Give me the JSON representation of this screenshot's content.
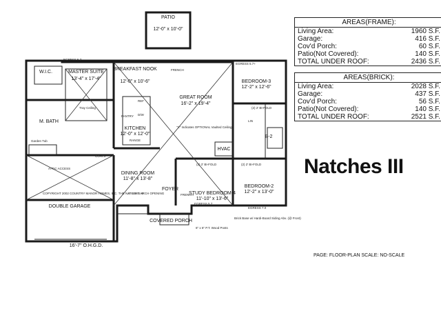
{
  "title": "Natches III",
  "scale_note": "PAGE: FLOOR-PLAN SCALE: NO-SCALE",
  "tables": [
    {
      "header": "AREAS(FRAME):",
      "rows": [
        {
          "label": "Living Area:",
          "value": "1960 S.F."
        },
        {
          "label": "Garage:",
          "value": "416 S.F."
        },
        {
          "label": "Cov'd Porch:",
          "value": "60 S.F."
        },
        {
          "label": "Patio(Not Covered):",
          "value": "140 S.F."
        },
        {
          "label": "TOTAL UNDER ROOF:",
          "value": "2436 S.F."
        }
      ]
    },
    {
      "header": "AREAS(BRICK):",
      "rows": [
        {
          "label": "Living Area:",
          "value": "2028 S.F."
        },
        {
          "label": "Garage:",
          "value": "437 S.F."
        },
        {
          "label": "Cov'd Porch:",
          "value": "56 S.F."
        },
        {
          "label": "Patio(Not Covered):",
          "value": "140 S.F."
        },
        {
          "label": "TOTAL UNDER ROOF:",
          "value": "2521 S.F."
        }
      ]
    }
  ],
  "rooms": {
    "patio": "PATIO",
    "patio_size": "12'-0\" x 10'-0\"",
    "wic": "W.I.C.",
    "master_suite": "MASTER SUITE",
    "master_size": "13'-4\" x 17'-4\"",
    "tray_ceiling": "Tray Ceiling",
    "breakfast_nook": "BREAKFAST NOOK",
    "breakfast_size": "12'-0\" x 10'-6\"",
    "great_room": "GREAT ROOM",
    "great_size": "16'-2\" x 19'-4\"",
    "bedroom3": "BEDROOM-3",
    "bedroom3_size": "12'-2\" x 12'-6\"",
    "m_bath": "M. BATH",
    "kitchen": "KITCHEN",
    "kitchen_size": "12'-0\" x 12'-0\"",
    "b2": "B-2",
    "hvac": "HVAC",
    "dining_room": "DINING ROOM",
    "dining_size": "11'-8\" x 13'-8\"",
    "foyer": "FOYER",
    "study": "STUDY BEDROOM-4",
    "study_size": "11'-10\" x 13'-6\"",
    "bedroom2": "BEDROOM-2",
    "bedroom2_size": "12'-2\" x 13'-0\"",
    "double_garage": "DOUBLE GARAGE",
    "garage_door": "16'-7\" O.H.G.D.",
    "covered_porch": "COVERED PORCH",
    "egress_master": "EGRESS 5.7",
    "egress_b3": "EGRESS 5.7+",
    "egress_study": "EGRESS 5.7",
    "egress_b2": "EGRESS 7.0",
    "french_top": "FRENCH",
    "french_foyer": "FRENCH",
    "vaulted_note": "\"X\" Indicates OPTIONAL Vaulted Ceiling",
    "copyright": "COPYRIGHT 2002 COUNTRY MANOR HOMES, INC. THE NATCHES III",
    "brick_note": "Brick Base w/ Hardi-Board Siding Abv. (@ Front)",
    "attic_note": "ATTIC ACCESS",
    "garden_tub": "Garden Tub",
    "range": "RANGE",
    "pantry": "PANTRY",
    "dw": "D/W",
    "ref": "REF",
    "coats": "COATS",
    "linen": "LIN",
    "bifold": "(2) 2' BI-FOLD",
    "arch": "5' SOFT ARCH OPENING",
    "wood_posts": "6\" x 6\" P.T. Wood Posts"
  }
}
